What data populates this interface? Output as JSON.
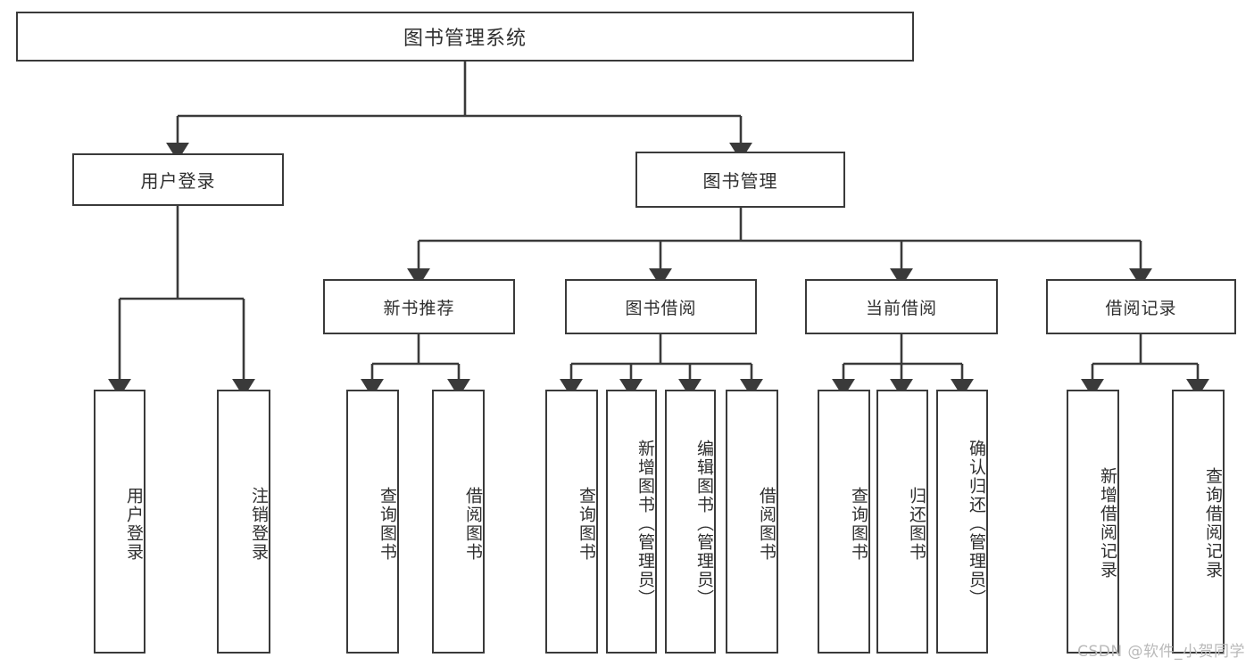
{
  "diagram": {
    "type": "tree",
    "title": "图书管理系统",
    "stroke_color": "#3a3a3a",
    "text_color": "#2f2f2f",
    "background": "#ffffff"
  },
  "nodes": {
    "root": {
      "label": "图书管理系统"
    },
    "level2": [
      {
        "label": "用户登录"
      },
      {
        "label": "图书管理"
      }
    ],
    "level3": [
      {
        "label": "新书推荐"
      },
      {
        "label": "图书借阅"
      },
      {
        "label": "当前借阅"
      },
      {
        "label": "借阅记录"
      }
    ],
    "leaves": {
      "user_login": [
        {
          "label": "用户登录"
        },
        {
          "label": "注销登录"
        }
      ],
      "new_book_recommend": [
        {
          "label": "查询图书"
        },
        {
          "label": "借阅图书"
        }
      ],
      "book_borrow": [
        {
          "label": "查询图书"
        },
        {
          "label": "新增图书（管理员）"
        },
        {
          "label": "编辑图书（管理员）"
        },
        {
          "label": "借阅图书"
        }
      ],
      "current_borrow": [
        {
          "label": "查询图书"
        },
        {
          "label": "归还图书"
        },
        {
          "label": "确认归还（管理员）"
        }
      ],
      "borrow_record": [
        {
          "label": "新增借阅记录"
        },
        {
          "label": "查询借阅记录"
        }
      ]
    }
  },
  "watermark": {
    "text": "CSDN @软件_小贺同学"
  }
}
